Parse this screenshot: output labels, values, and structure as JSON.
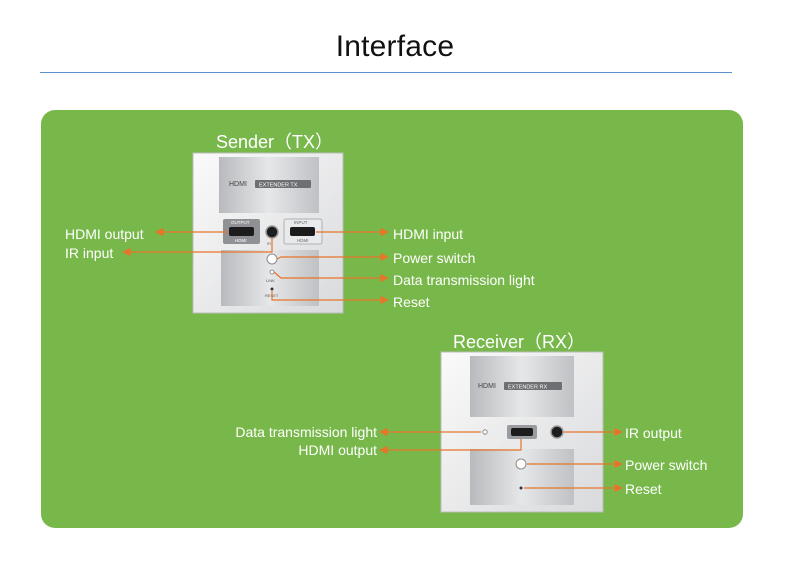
{
  "title": "Interface",
  "sender": {
    "heading": "Sender（TX）",
    "panel_logo": "HDMI",
    "panel_badge": "EXTENDER TX",
    "port_output_tag": "OUTPUT",
    "port_input_tag": "INPUT",
    "port_hdmi_tag": "HDMI",
    "small_ir": "IR",
    "small_link": "LINK",
    "small_reset": "RESET",
    "callouts": {
      "hdmi_output": "HDMI output",
      "ir_input": "IR input",
      "hdmi_input": "HDMI input",
      "power_switch": "Power switch",
      "data_light": "Data transmission light",
      "reset": "Reset"
    }
  },
  "receiver": {
    "heading": "Receiver（RX）",
    "panel_logo": "HDMI",
    "panel_badge": "EXTENDER RX",
    "callouts": {
      "data_light": "Data transmission light",
      "hdmi_output": "HDMI output",
      "ir_output": "IR output",
      "power_switch": "Power switch",
      "reset": "Reset"
    }
  },
  "colors": {
    "panel_green": "#78b84b",
    "arrow_orange": "#e8742a",
    "title_rule_blue": "#5b8fd0"
  }
}
